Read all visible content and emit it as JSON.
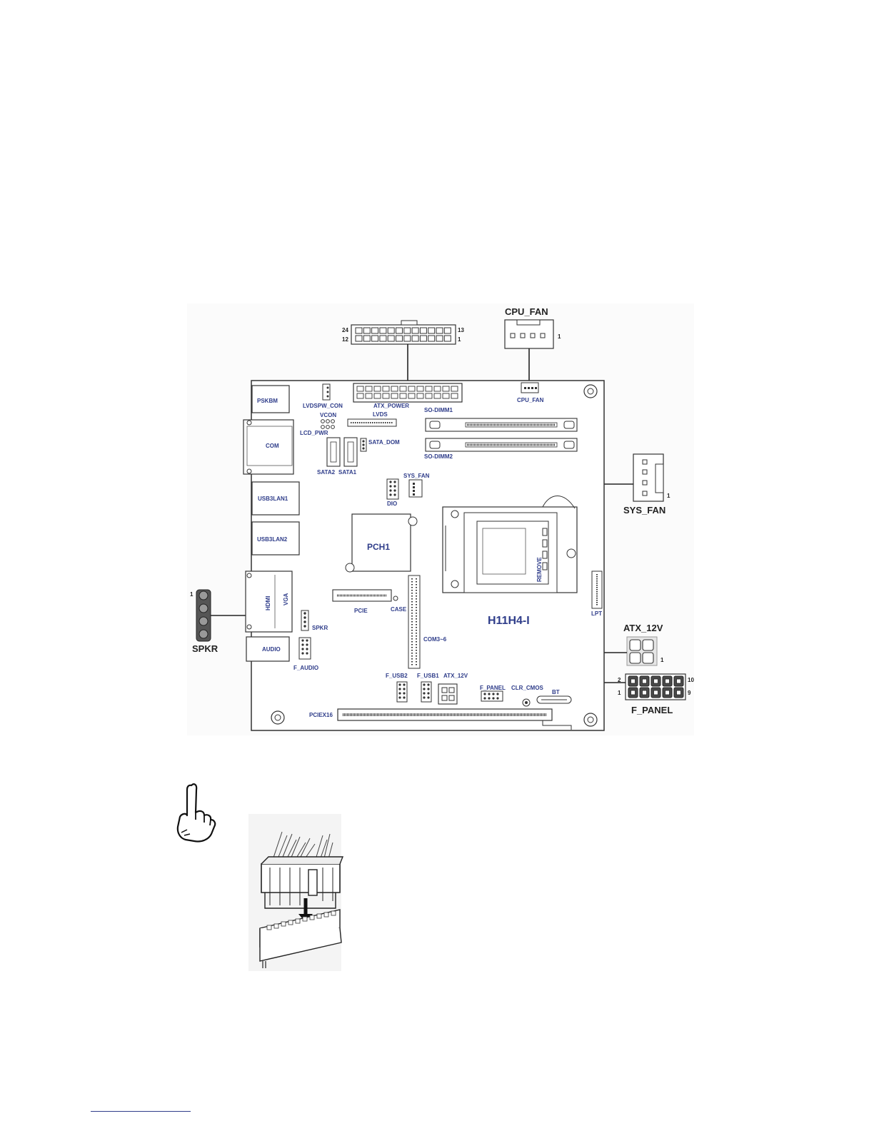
{
  "board": {
    "model": "H11H4-I",
    "chip": "PCH1",
    "remove_label": "REMOVE"
  },
  "callouts": {
    "cpu_fan": "CPU_FAN",
    "sys_fan": "SYS_FAN",
    "atx_12v": "ATX_12V",
    "f_panel": "F_PANEL",
    "spkr": "SPKR"
  },
  "pin_numbers": {
    "atx_power_top_left": "24",
    "atx_power_top_right": "13",
    "atx_power_bottom_left": "12",
    "atx_power_bottom_right": "1",
    "cpu_fan": "1",
    "sys_fan": "1",
    "atx_12v": "1",
    "f_panel_top_left": "2",
    "f_panel_top_right": "10",
    "f_panel_bottom_left": "1",
    "f_panel_bottom_right": "9",
    "spkr": "1"
  },
  "board_labels": {
    "pskbm": "PSKBM",
    "lvdspw_con": "LVDSPW_CON",
    "atx_power": "ATX_POWER",
    "cpu_fan": "CPU_FAN",
    "vcon": "VCON",
    "lcd_pwr": "LCD_PWR",
    "lvds": "LVDS",
    "so_dimm1": "SO-DIMM1",
    "so_dimm2": "SO-DIMM2",
    "com": "COM",
    "sata_dom": "SATA_DOM",
    "sata2": "SATA2",
    "sata1": "SATA1",
    "sys_fan": "SYS_FAN",
    "dio": "DIO",
    "usb3lan1": "USB3LAN1",
    "usb3lan2": "USB3LAN2",
    "hdmi": "HDMI",
    "vga": "VGA",
    "pcie": "PCIE",
    "case": "CASE",
    "lpt": "LPT",
    "spkr": "SPKR",
    "audio": "AUDIO",
    "f_audio": "F_AUDIO",
    "com3_6": "COM3~6",
    "f_usb2": "F_USB2",
    "f_usb1": "F_USB1",
    "atx_12v": "ATX_12V",
    "f_panel": "F_PANEL",
    "clr_cmos": "CLR_CMOS",
    "bt": "BT",
    "pciex16": "PCIEX16"
  }
}
